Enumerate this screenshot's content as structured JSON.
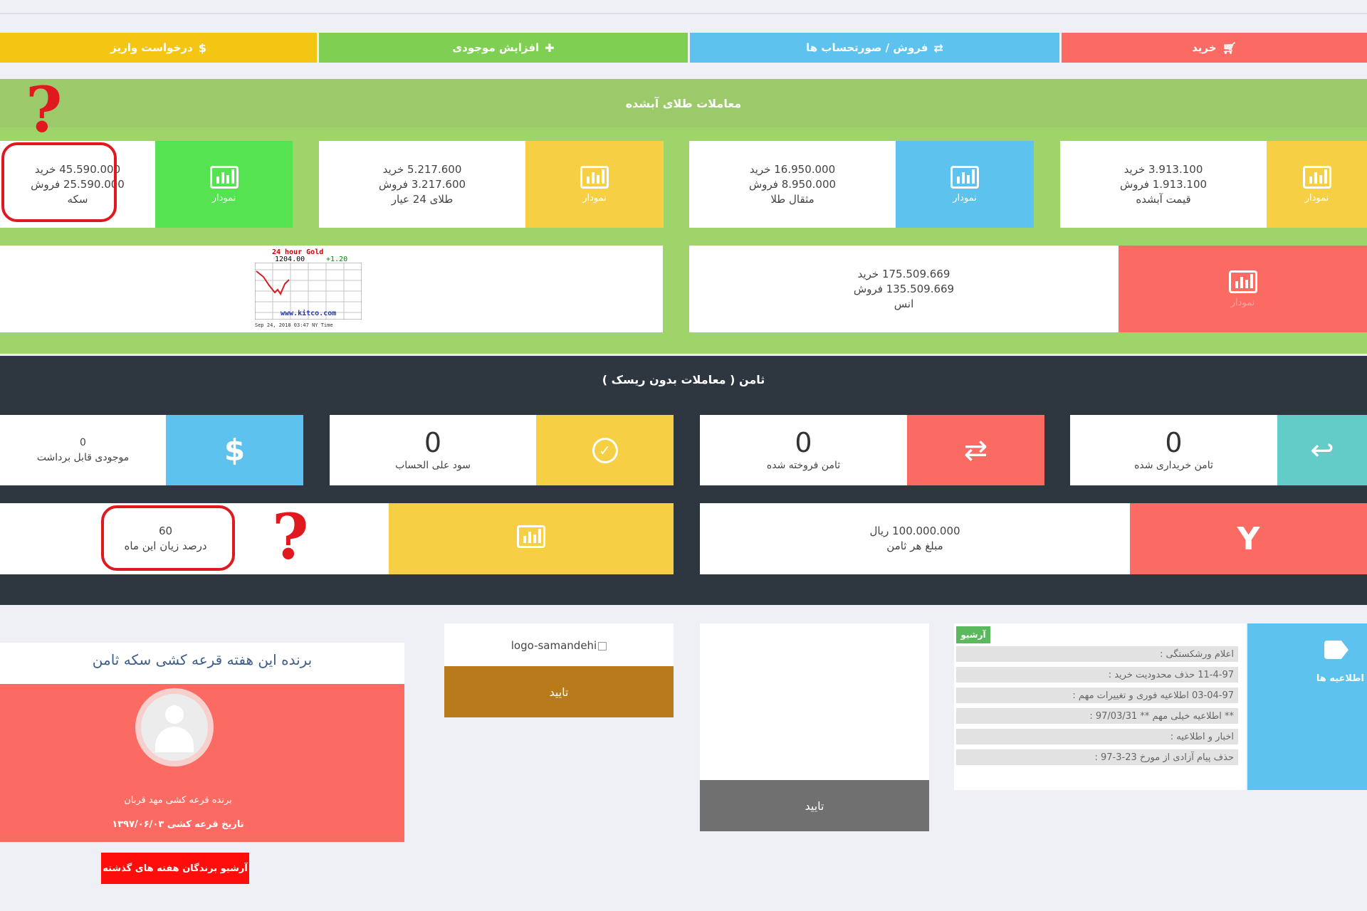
{
  "top_actions": {
    "buy": "خرید",
    "sell": "فروش / صورتحساب ها",
    "increase": "افزایش موجودی",
    "withdraw": "درخواست واریز"
  },
  "gold": {
    "title": "معاملات طلای آبشده",
    "cards": [
      {
        "buy": "3.913.100 خرید",
        "sell": "1.913.100 فروش",
        "name": "قیمت آبشده",
        "btn": "نمودار",
        "color": "#f6cf45"
      },
      {
        "buy": "16.950.000 خرید",
        "sell": "8.950.000 فروش",
        "name": "مثقال طلا",
        "btn": "نمودار",
        "color": "#5ec2ef"
      },
      {
        "buy": "5.217.600 خرید",
        "sell": "3.217.600 فروش",
        "name": "طلای 24 عیار",
        "btn": "نمودار",
        "color": "#f6cf45"
      },
      {
        "buy": "45.590.000 خرید",
        "sell": "25.590.000 فروش",
        "name": "سکه",
        "btn": "نمودار",
        "color": "#55e352"
      }
    ],
    "ounce": {
      "buy": "175.509.669 خرید",
      "sell": "135.509.669 فروش",
      "name": "انس",
      "btn": "نمودار"
    },
    "kitco": {
      "title": "24 hour Gold",
      "price": "1204.00",
      "change": "+1.20",
      "site": "www.kitco.com",
      "date": "Sep 24, 2018 03:47 NY Time"
    }
  },
  "risk": {
    "title": "ثامن ( معاملات بدون ریسک )",
    "stats": [
      {
        "value": "0",
        "label": "ثامن خریداری شده",
        "icon": "reply-icon"
      },
      {
        "value": "0",
        "label": "ثامن فروخته شده",
        "icon": "exchange-icon"
      },
      {
        "value": "0",
        "label": "سود علی الحساب",
        "icon": "check-circle-icon"
      },
      {
        "value": "0",
        "label": "موجودی قابل برداشت",
        "icon": "dollar-icon"
      }
    ],
    "amount": {
      "value": "100.000.000 ریال",
      "label": "مبلغ هر ثامن"
    },
    "loss": {
      "value": "60",
      "label": "درصد زیان این ماه"
    }
  },
  "lottery": {
    "title": "برنده این هفته قرعه کشی سکه ثامن",
    "winner": "برنده قرعه کشی مهد قربان",
    "date": "تاریخ قرعه کشی ۱۳۹۷/۰۶/۰۳",
    "archive_btn": "آرشیو برندگان هفته های گذشته"
  },
  "samandehi": {
    "alt": "logo-samandehi",
    "confirm": "تایید"
  },
  "blank_panel": {
    "confirm": "تایید"
  },
  "news": {
    "archive": "آرشیو",
    "heading": "اطلاعیه ها",
    "items": [
      "اعلام ورشکستگی :",
      "11-4-97 حذف محدودیت خرید :",
      "03-04-97 اطلاعیه فوری و تغییرات مهم :",
      "** اطلاعیه خیلی مهم ** 97/03/31 :",
      "اخبار و اطلاعیه :",
      "حذف پیام آزادی از مورخ 23-3-97 :"
    ]
  },
  "annotations": {
    "question_mark": "?"
  },
  "colors": {
    "red": "#fb6b63",
    "yellow": "#f6cf45",
    "blue": "#5ec2ef",
    "green": "#7fd052",
    "teal": "#63cbc8",
    "dark": "#2e3740"
  }
}
